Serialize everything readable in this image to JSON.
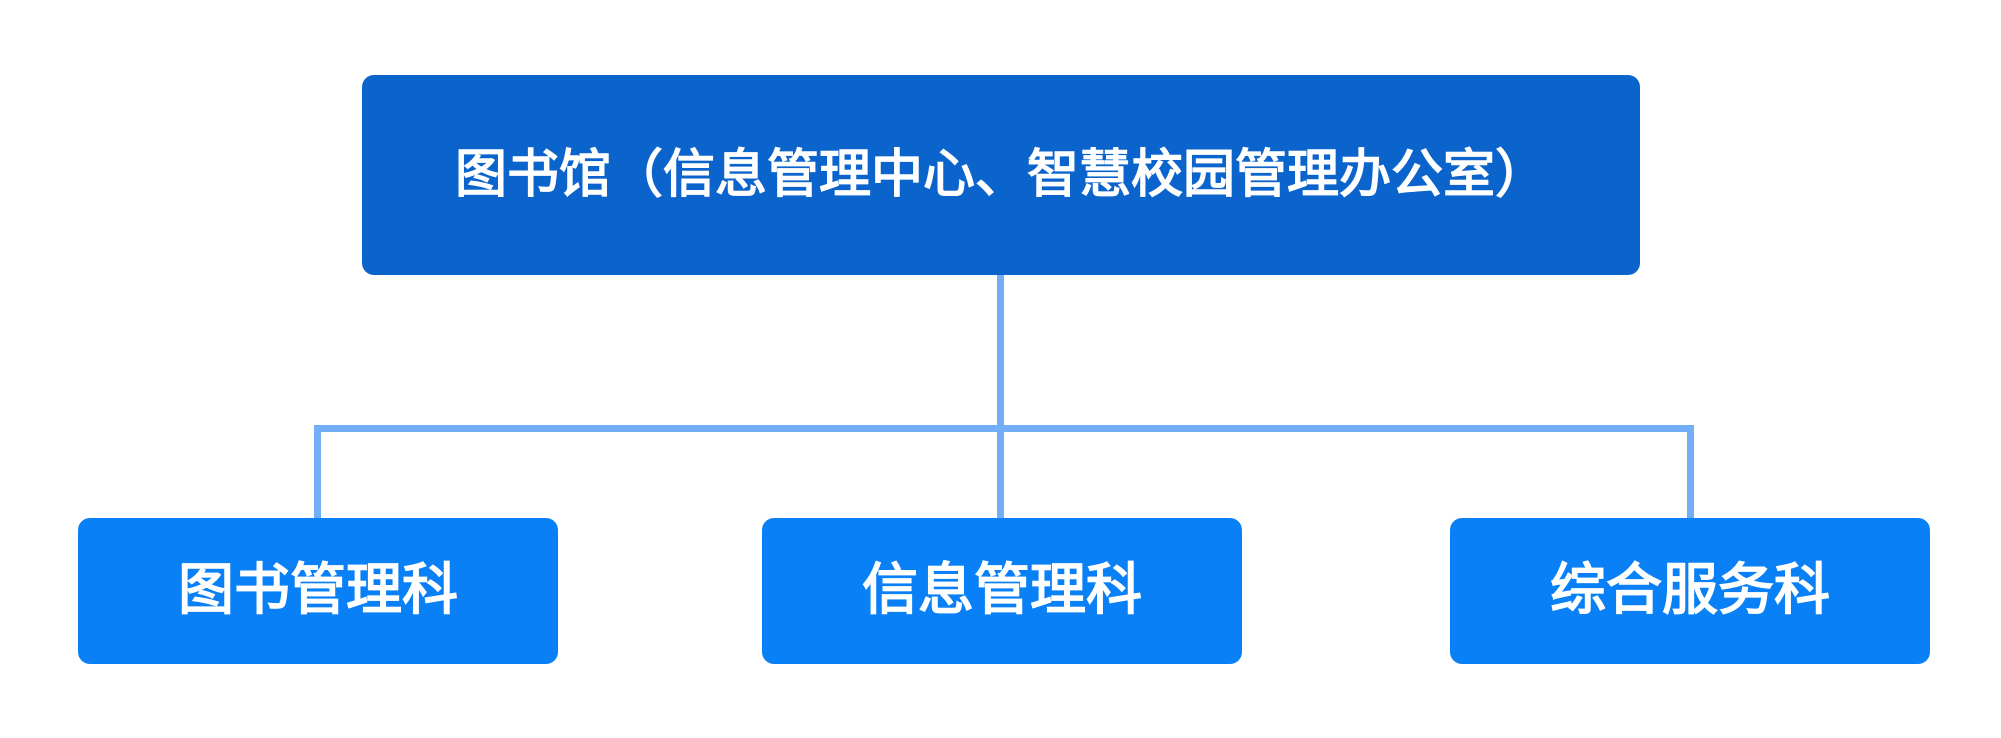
{
  "page": {
    "background": "#FFFFFF"
  },
  "colors": {
    "root_box": "#0B63CC",
    "child_box": "#0A80F6",
    "connector": "#72AEF7",
    "label_text": "#FFFFFF"
  },
  "org_chart": {
    "type": "org-tree",
    "root": {
      "label": "图书馆（信息管理中心、智慧校园管理办公室）"
    },
    "children": [
      {
        "label": "图书管理科"
      },
      {
        "label": "信息管理科"
      },
      {
        "label": "综合服务科"
      }
    ]
  }
}
